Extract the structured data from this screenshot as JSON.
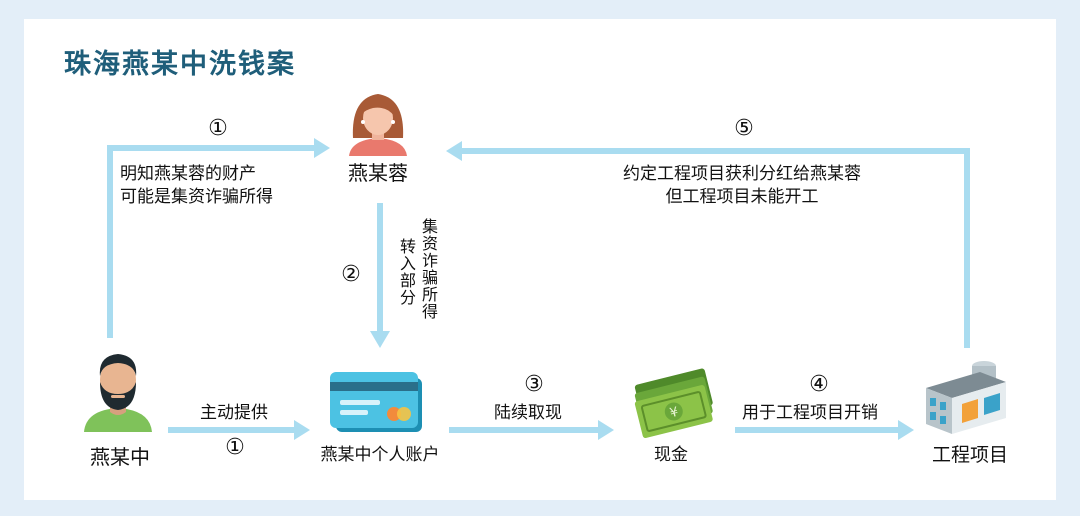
{
  "title": "珠海燕某中洗钱案",
  "nodes": {
    "yan_rong": "燕某蓉",
    "yan_zhong": "燕某中",
    "account": "燕某中个人账户",
    "cash": "现金",
    "project": "工程项目"
  },
  "edges": {
    "e1_top": {
      "num": "①",
      "line1": "明知燕某蓉的财产",
      "line2": "可能是集资诈骗所得"
    },
    "e1_bottom": {
      "num": "①",
      "label": "主动提供"
    },
    "e2": {
      "num": "②",
      "col1": "转入部分",
      "col2": "集资诈骗所得"
    },
    "e3": {
      "num": "③",
      "label": "陆续取现"
    },
    "e4": {
      "num": "④",
      "label": "用于工程项目开销"
    },
    "e5": {
      "num": "⑤",
      "line1": "约定工程项目获利分红给燕某蓉",
      "line2": "但工程项目未能开工"
    }
  },
  "colors": {
    "arrow": "#a9dcf0",
    "title": "#1f5e7a",
    "background": "#e3eef8"
  }
}
